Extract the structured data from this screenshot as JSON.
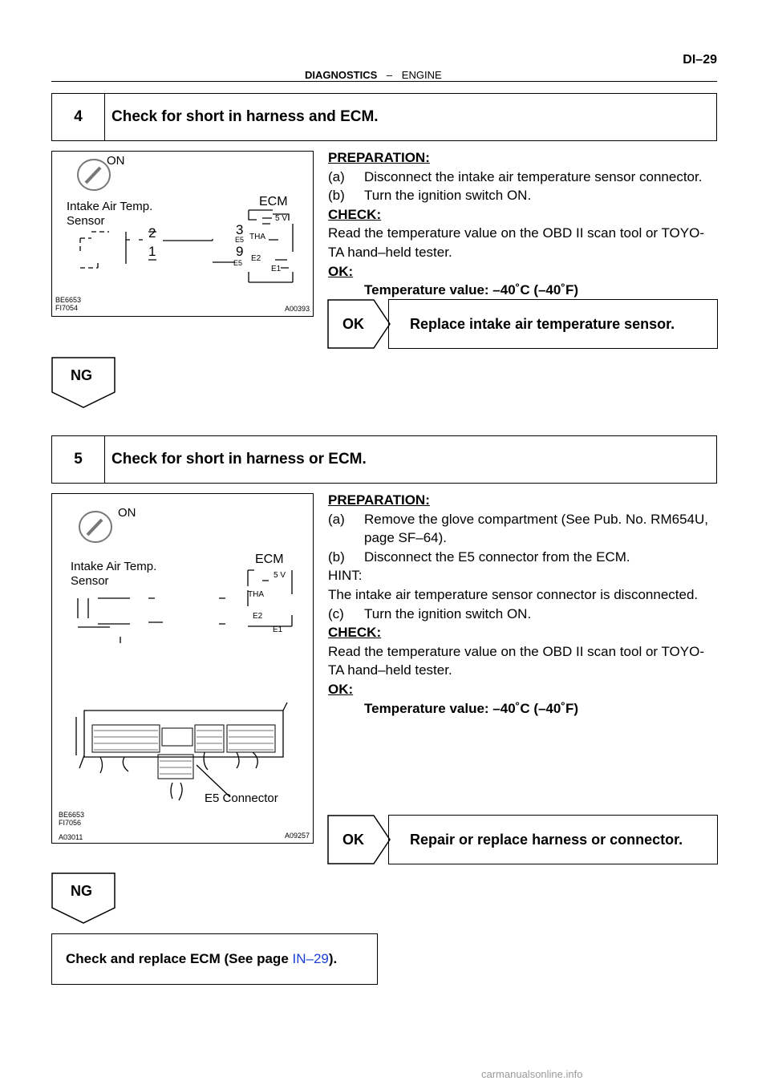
{
  "header": {
    "section": "DIAGNOSTICS",
    "dash": "–",
    "subsection": "ENGINE",
    "page": "DI–29"
  },
  "step4": {
    "number": "4",
    "title": "Check for short in harness and ECM.",
    "figure": {
      "on": "ON",
      "sensor_label_1": "Intake Air Temp.",
      "sensor_label_2": "Sensor",
      "ecm": "ECM",
      "pin2": "2",
      "pin1": "1",
      "pin3": "3",
      "pin9": "9",
      "e5a": "E5",
      "e5b": "E5",
      "v5": "5 V",
      "tha": "THA",
      "e2": "E2",
      "e1": "E1",
      "code1": "BE6653",
      "code2": "FI7054",
      "code3": "A00393"
    },
    "prep_head": "PREPARATION:",
    "prep_a_lbl": "(a)",
    "prep_a": "Disconnect the intake air temperature sensor connector.",
    "prep_b_lbl": "(b)",
    "prep_b": "Turn the ignition switch ON.",
    "check_head": "CHECK:",
    "check_1": "Read the temperature value on the OBD II scan tool or TOYO-",
    "check_2": "TA hand–held tester.",
    "ok_head": "OK:",
    "ok_value": "Temperature value: –40˚C (–40˚F)",
    "ok_label": "OK",
    "ok_action": "Replace intake air temperature sensor.",
    "ng_label": "NG"
  },
  "step5": {
    "number": "5",
    "title": "Check for short in harness or ECM.",
    "figure": {
      "on": "ON",
      "sensor_label_1": "Intake Air Temp.",
      "sensor_label_2": "Sensor",
      "ecm": "ECM",
      "v5": "5 V",
      "tha": "THA",
      "e2": "E2",
      "e1": "E1",
      "connector": "E5 Connector",
      "code1": "BE6653",
      "code2": "FI7056",
      "code3": "A03011",
      "code4": "A09257"
    },
    "prep_head": "PREPARATION:",
    "prep_a_lbl": "(a)",
    "prep_a_1": "Remove the glove compartment (See Pub. No. RM654U,",
    "prep_a_2": "page SF–64).",
    "prep_b_lbl": "(b)",
    "prep_b": "Disconnect the E5 connector from the ECM.",
    "hint_head": "HINT:",
    "hint": "The intake air temperature sensor connector is disconnected.",
    "prep_c_lbl": "(c)",
    "prep_c": "Turn the ignition switch ON.",
    "check_head": "CHECK:",
    "check_1": "Read the temperature value on the OBD II scan tool or TOYO-",
    "check_2": "TA hand–held tester.",
    "ok_head": "OK:",
    "ok_value": "Temperature value: –40˚C (–40˚F)",
    "ok_label": "OK",
    "ok_action": "Repair or replace harness or connector.",
    "ng_label": "NG"
  },
  "final": {
    "text_before": "Check and replace ECM (See page ",
    "link": "IN–29",
    "text_after": ")."
  },
  "footer": {
    "watermark": "carmanualsonline.info"
  }
}
